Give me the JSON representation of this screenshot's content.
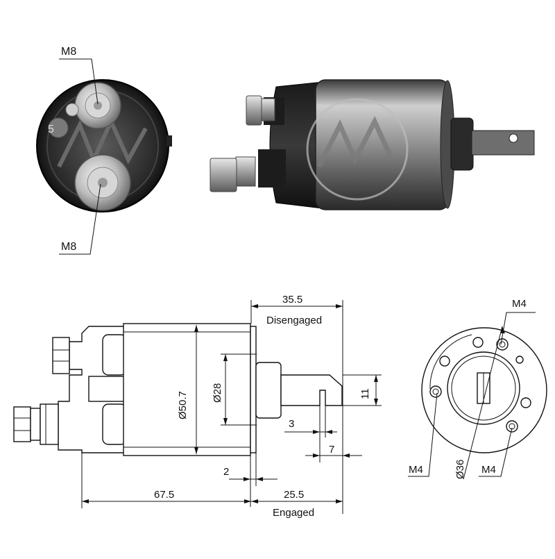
{
  "photo_end": {
    "terminal_top": "M8",
    "terminal_bottom": "M8",
    "small_terminal": "5"
  },
  "side_view": {
    "dim_engaged_travel_top": "35.5",
    "label_disengaged": "Disengaged",
    "dim_body_diameter": "Ø50.7",
    "dim_plunger_diameter": "Ø28",
    "dim_slot_width": "11",
    "dim_slot_offset": "3",
    "dim_slot_depth": "7",
    "dim_flange": "2",
    "dim_body_length": "67.5",
    "dim_engaged_travel_bottom": "25.5",
    "label_engaged": "Engaged"
  },
  "end_view": {
    "label_top_right": "M4",
    "label_bottom_left": "M4",
    "label_bottom_right": "M4",
    "dim_bolt_circle": "Ø36"
  },
  "colors": {
    "body_dark": "#2a2a2a",
    "body_metal": "#8a8a8a",
    "line": "#111111"
  }
}
